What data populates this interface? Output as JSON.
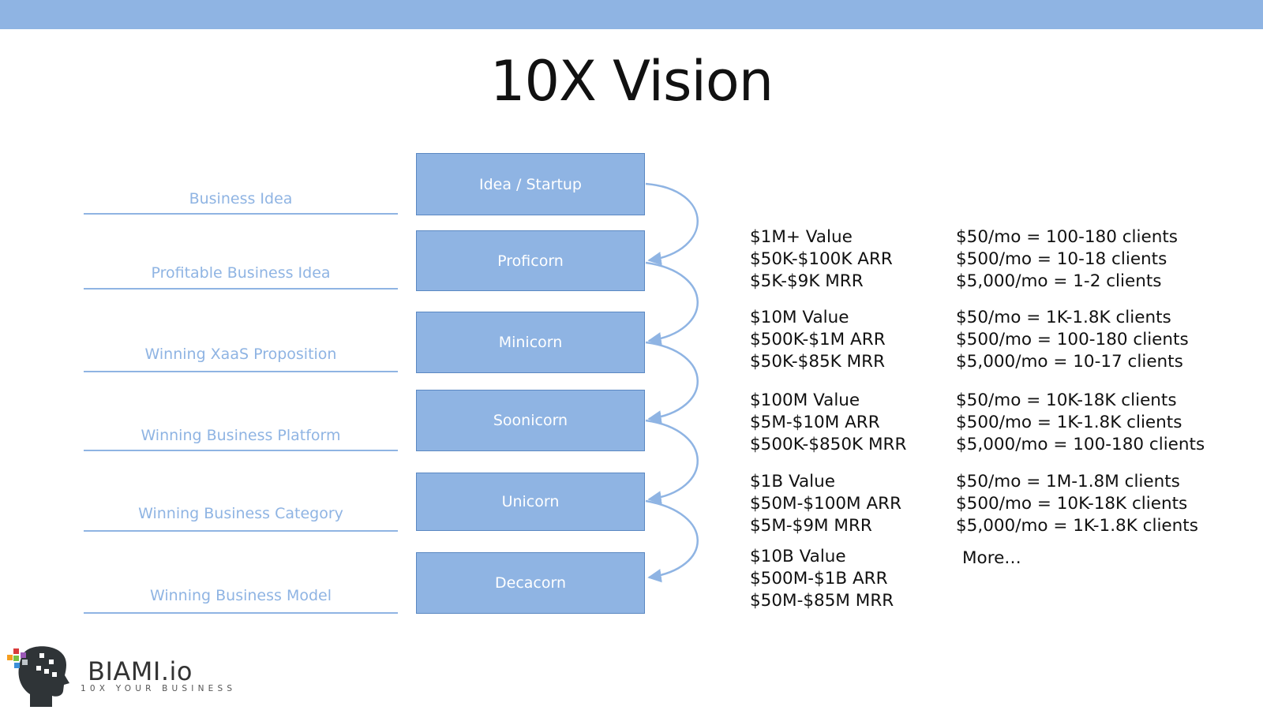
{
  "title": "10X Vision",
  "labels": [
    "Business Idea",
    "Profitable Business Idea",
    "Winning XaaS Proposition",
    "Winning Business Platform",
    "Winning Business Category",
    "Winning Business Model"
  ],
  "stages": [
    "Idea / Startup",
    "Proficorn",
    "Minicorn",
    "Soonicorn",
    "Unicorn",
    "Decacorn"
  ],
  "metrics": [
    [
      "$1M+ Value",
      "$50K-$100K ARR",
      "$5K-$9K MRR"
    ],
    [
      "$10M Value",
      "$500K-$1M ARR",
      "$50K-$85K MRR"
    ],
    [
      "$100M Value",
      "$5M-$10M ARR",
      "$500K-$850K MRR"
    ],
    [
      "$1B Value",
      "$50M-$100M ARR",
      "$5M-$9M MRR"
    ],
    [
      "$10B Value",
      "$500M-$1B ARR",
      "$50M-$85M MRR"
    ]
  ],
  "pricing": [
    [
      "$50/mo = 100-180 clients",
      "$500/mo = 10-18 clients",
      "$5,000/mo = 1-2 clients"
    ],
    [
      "$50/mo = 1K-1.8K clients",
      "$500/mo = 100-180 clients",
      "$5,000/mo = 10-17 clients"
    ],
    [
      "$50/mo = 10K-18K clients",
      "$500/mo = 1K-1.8K clients",
      "$5,000/mo = 100-180 clients"
    ],
    [
      "$50/mo = 1M-1.8M clients",
      "$500/mo = 10K-18K clients",
      "$5,000/mo = 1K-1.8K clients"
    ]
  ],
  "more": "More…",
  "brand": {
    "name": "BIAMI.io",
    "tagline": "10X YOUR BUSINESS",
    "icon": "head-pixel-logo-icon"
  },
  "colors": {
    "accent": "#8fb4e3",
    "box_border": "#5b88c2",
    "text": "#111111"
  }
}
